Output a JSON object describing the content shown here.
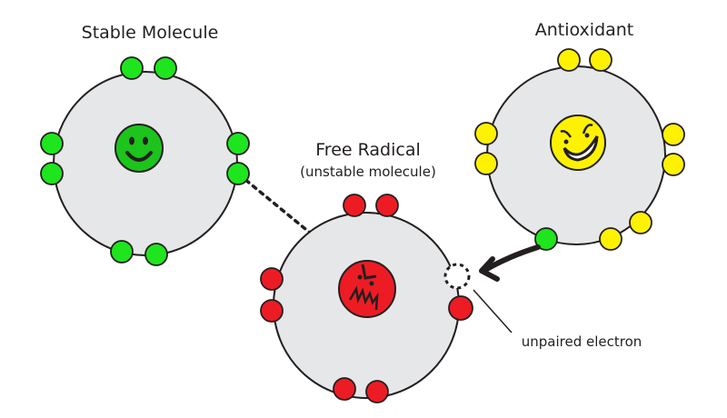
{
  "labels": {
    "stable": "Stable Molecule",
    "radical": "Free Radical",
    "radical_sub": "(unstable molecule)",
    "antioxidant": "Antioxidant",
    "unpaired": "unpaired electron"
  },
  "colors": {
    "green": "#1ee51e",
    "green_face": "#1cc41c",
    "red": "#ed1c24",
    "yellow": "#fff200",
    "atom_fill": "#e6e7e8",
    "outline": "#231f20"
  }
}
